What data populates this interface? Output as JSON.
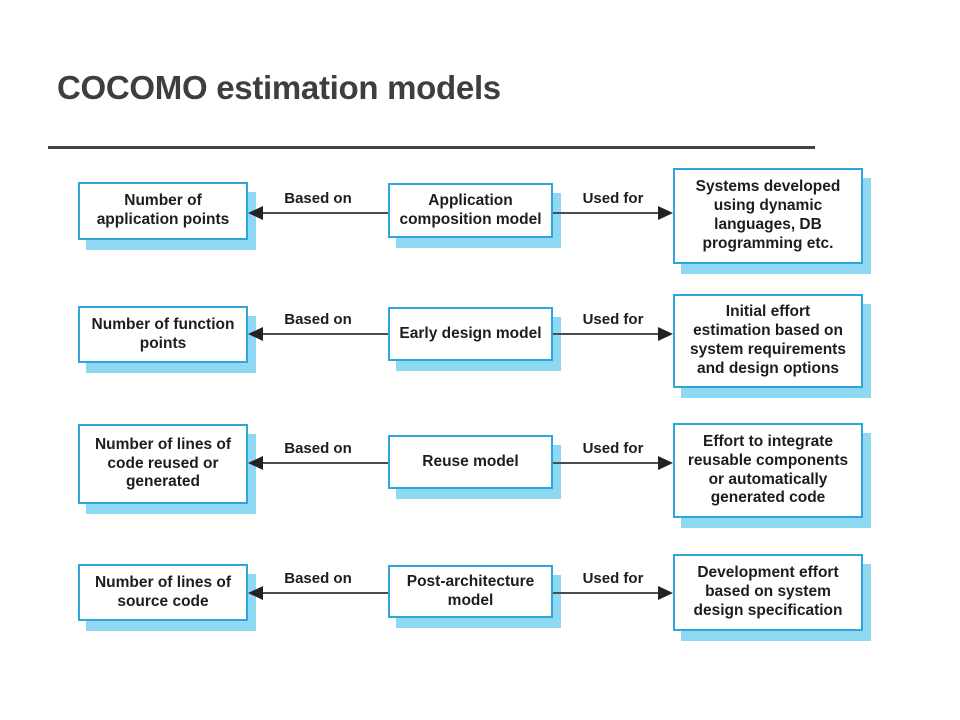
{
  "title": "COCOMO estimation models",
  "colors": {
    "box_border": "#2fa6db",
    "box_shadow": "#8fd8f2",
    "arrow_line": "#4d4d4d",
    "arrow_head": "#222222",
    "text": "#1d1d1d",
    "title": "#3e3e42"
  },
  "rows": [
    {
      "input": "Number of\napplication points",
      "based_on": "Based on",
      "model": "Application\ncomposition model",
      "used_for": "Used for",
      "output": "Systems developed\nusing dynamic\nlanguages, DB\nprogramming etc."
    },
    {
      "input": "Number of function\npoints",
      "based_on": "Based on",
      "model": "Early design model",
      "used_for": "Used for",
      "output": "Initial effort\nestimation based on\nsystem requirements\nand design options"
    },
    {
      "input": "Number of lines of\ncode reused or\ngenerated",
      "based_on": "Based on",
      "model": "Reuse model",
      "used_for": "Used for",
      "output": "Effort to integrate\nreusable components\nor automatically\ngenerated code"
    },
    {
      "input": "Number of lines of\nsource code",
      "based_on": "Based on",
      "model": "Post-architecture\nmodel",
      "used_for": "Used for",
      "output": "Development effort\nbased on system\ndesign specification"
    }
  ]
}
